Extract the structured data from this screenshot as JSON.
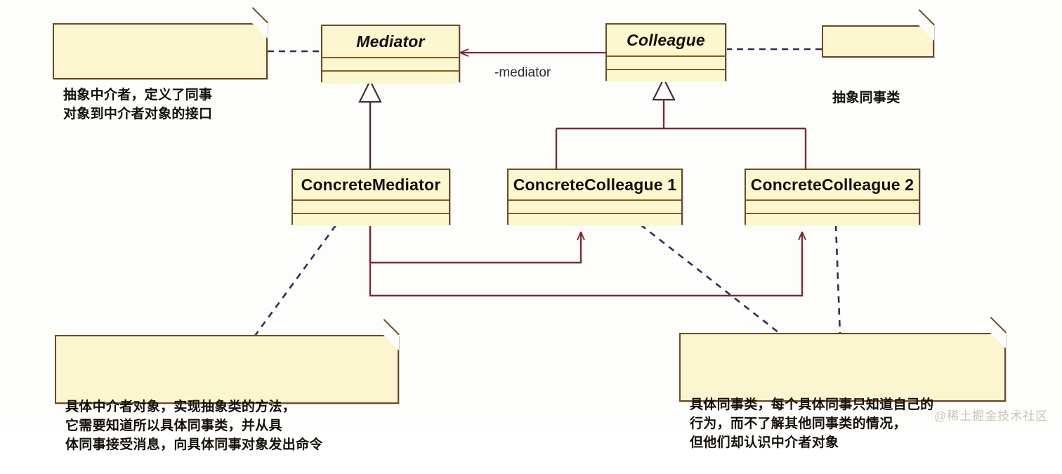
{
  "diagram": {
    "title": "Mediator Pattern UML Class Diagram",
    "watermark": "@稀土掘金技术社区",
    "colors": {
      "class_fill": "#fbf8d0",
      "class_border": "#6b4a2a",
      "note_fill": "#fbf6cf",
      "association": "#7a2b34",
      "dependency": "#2b2f55",
      "background": "#fdfdfb"
    },
    "classes": [
      {
        "name": "Mediator",
        "abstract": true,
        "compartments": 3
      },
      {
        "name": "Colleague",
        "abstract": true,
        "compartments": 3
      },
      {
        "name": "ConcreteMediator",
        "abstract": false,
        "compartments": 3
      },
      {
        "name": "ConcreteColleague 1",
        "abstract": false,
        "compartments": 3
      },
      {
        "name": "ConcreteColleague 2",
        "abstract": false,
        "compartments": 3
      }
    ],
    "edge_labels": {
      "mediator_role": "-mediator"
    },
    "notes": [
      {
        "id": "note-mediator",
        "text": "抽象中介者，定义了同事\n对象到中介者对象的接口"
      },
      {
        "id": "note-colleague",
        "text": "抽象同事类"
      },
      {
        "id": "note-concrete-mediator",
        "text": "具体中介者对象，实现抽象类的方法，\n它需要知道所以具体同事类，并从具\n体同事接受消息，向具体同事对象发出命令"
      },
      {
        "id": "note-concrete-colleague",
        "text": "具体同事类，每个具体同事只知道自己的\n行为，而不了解其他同事类的情况，\n但他们却认识中介者对象"
      }
    ]
  }
}
